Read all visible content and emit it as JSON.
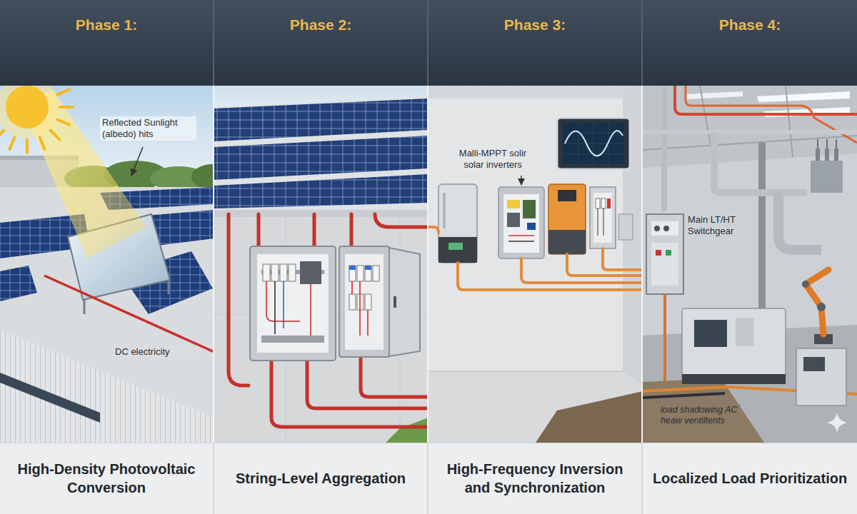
{
  "diagram": {
    "nodes": [
      {
        "text": [
          "Phase 1:",
          "High-Density Photovoltaic Conversion"
        ]
      },
      {
        "text": [
          "Phase 2:",
          "String-Level Aggregation"
        ]
      },
      {
        "text": [
          "Phase 3:",
          "High-Frequency Inversion and Synchronization"
        ]
      },
      {
        "text": [
          "Phase 4:",
          "Localized Load Prioritization"
        ]
      }
    ],
    "labels": [
      "Reflected Sunlight (albedo) hits",
      "DC electricity",
      "Malli-MPPT solir solar inverters",
      "Main LT/HT Switchgear",
      "load shadowing AC heaw ventiltents"
    ]
  }
}
